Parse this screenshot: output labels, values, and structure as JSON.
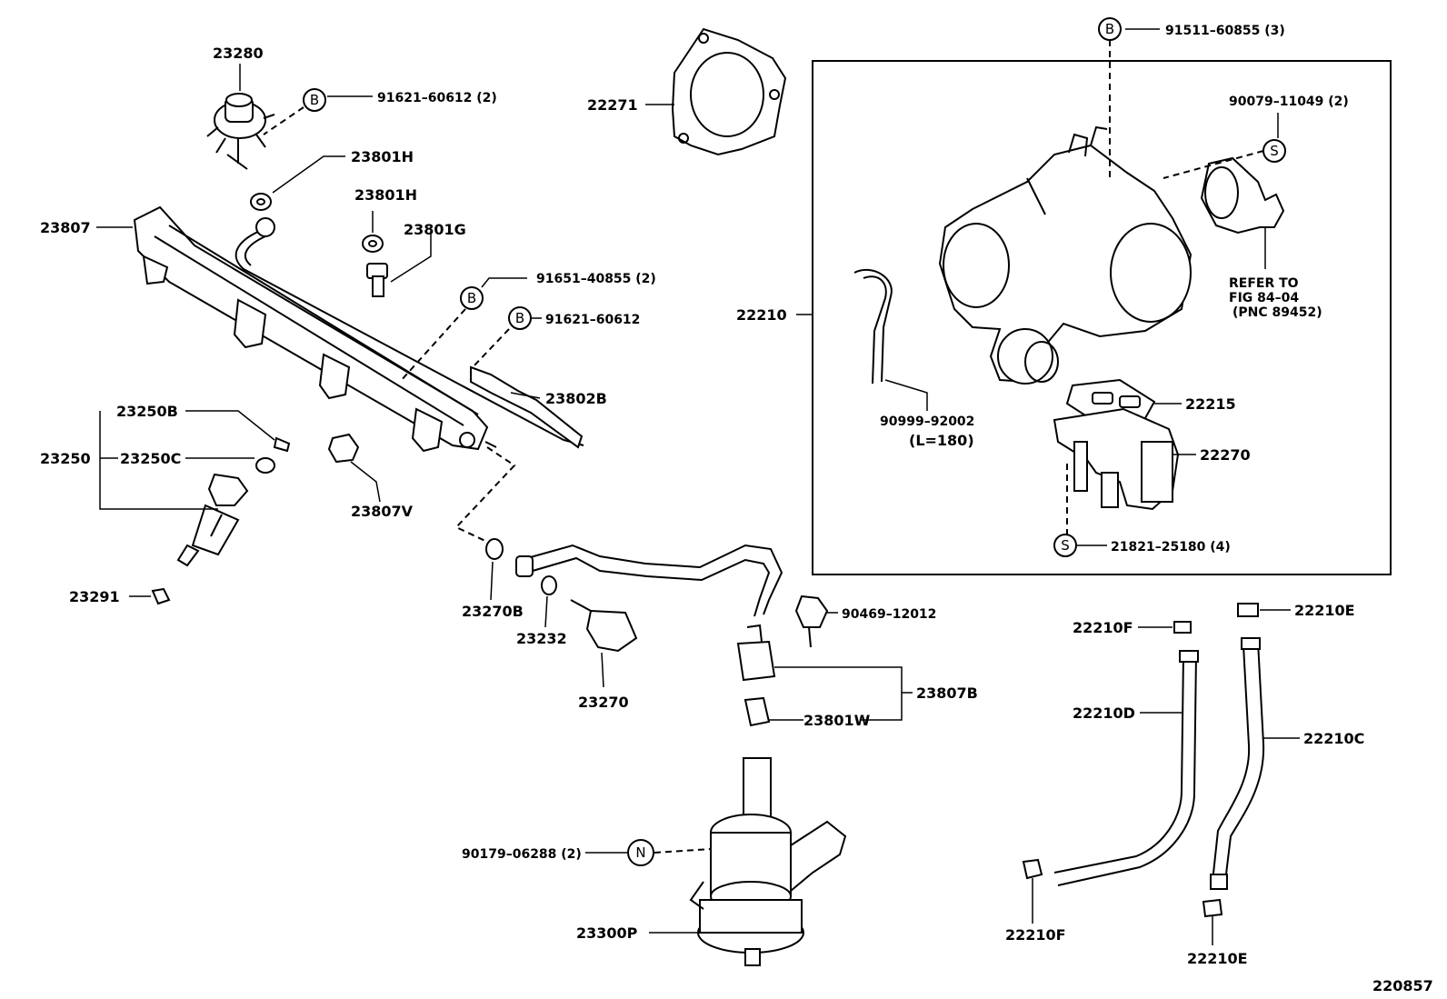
{
  "diagram_id": "220857",
  "labels": {
    "p23280": "23280",
    "p91621_60612_2": "91621–60612 (2)",
    "p23801H_a": "23801H",
    "p23801H_b": "23801H",
    "p23801G": "23801G",
    "p23807": "23807",
    "p91651_40855": "91651–40855 (2)",
    "p91621_60612": "91621–60612",
    "p23802B": "23802B",
    "p23250B": "23250B",
    "p23250": "23250",
    "p23250C": "23250C",
    "p23807V": "23807V",
    "p23291": "23291",
    "p22271": "22271",
    "p91511_60855": "91511–60855 (3)",
    "p90079_11049": "90079–11049 (2)",
    "p22210": "22210",
    "refer_line1": "REFER TO",
    "refer_line2": "FIG 84–04",
    "refer_line3": "(PNC 89452)",
    "p90999_92002": "90999–92002",
    "p90999_len": "(L=180)",
    "p22215": "22215",
    "p22270": "22270",
    "p21821_25180": "21821–25180 (4)",
    "p23270B": "23270B",
    "p23232": "23232",
    "p23270": "23270",
    "p90469_12012": "90469–12012",
    "p23807B": "23807B",
    "p23801W": "23801W",
    "p22210F_a": "22210F",
    "p22210E_a": "22210E",
    "p22210D": "22210D",
    "p22210C": "22210C",
    "p90179_06288": "90179–06288 (2)",
    "p23300P": "23300P",
    "p22210F_b": "22210F",
    "p22210E_b": "22210E"
  },
  "symbols": {
    "b": "B",
    "s": "S",
    "n": "N"
  }
}
